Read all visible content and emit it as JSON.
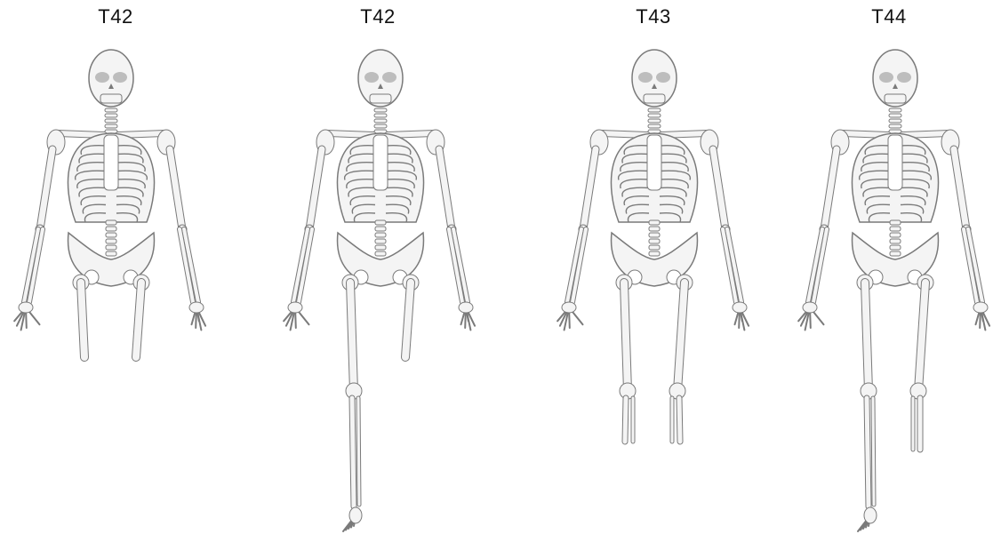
{
  "panels": [
    {
      "label": "T42",
      "legs": "thighs-only"
    },
    {
      "label": "T42",
      "legs": "one-full-left-leg-plus-right-thigh"
    },
    {
      "label": "T43",
      "legs": "both-legs-to-below-knee"
    },
    {
      "label": "T44",
      "legs": "full-left-leg-plus-right-to-below-knee"
    }
  ],
  "colors": {
    "bone_fill": "#f4f4f4",
    "bone_stroke": "#7a7a7a",
    "bone_shade": "#bdbdbd",
    "label": "#111111"
  }
}
